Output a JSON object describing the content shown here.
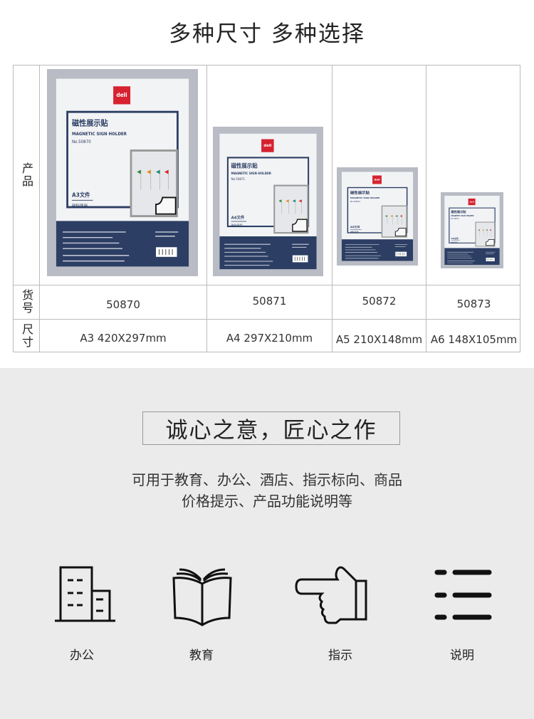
{
  "title": "多种尺寸 多种选择",
  "table": {
    "row_labels": {
      "product": "产品",
      "code": "货号",
      "size": "尺寸"
    },
    "products": [
      {
        "code": "50870",
        "size": "A3 420X297mm",
        "cn": "磁性展示贴",
        "en": "MAGNETIC SIGN HOLDER",
        "no": "No.50870",
        "doc": "A3文件",
        "use": "磁贴两用"
      },
      {
        "code": "50871",
        "size": "A4 297X210mm",
        "cn": "磁性展示贴",
        "en": "MAGNETIC SIGN HOLDER",
        "no": "No.50871",
        "doc": "A4文件",
        "use": "磁贴两用"
      },
      {
        "code": "50872",
        "size": "A5 210X148mm",
        "cn": "磁性展示贴",
        "en": "MAGNETIC SIGN HOLDER",
        "no": "No.50872",
        "doc": "A5文件",
        "use": "磁贴两用"
      },
      {
        "code": "50873",
        "size": "A6 148X105mm",
        "cn": "磁性展示贴",
        "en": "MAGNETIC SIGN HOLDER",
        "no": "No.50873",
        "doc": "A6文件",
        "use": "磁贴两用"
      }
    ],
    "logo_text": "deli"
  },
  "slogan": "诚心之意，匠心之作",
  "description": [
    "可用于教育、办公、酒店、指示标向、商品",
    "价格提示、产品功能说明等"
  ],
  "uses": [
    {
      "icon": "office-building-icon",
      "label": "办公"
    },
    {
      "icon": "open-book-icon",
      "label": "教育"
    },
    {
      "icon": "pointing-hand-icon",
      "label": "指示"
    },
    {
      "icon": "list-icon",
      "label": "说明"
    }
  ],
  "colors": {
    "navy": "#2c3e63",
    "frame": "#b9bcc4",
    "logo_red": "#d7222f",
    "gray_bg": "#ebebeb"
  }
}
